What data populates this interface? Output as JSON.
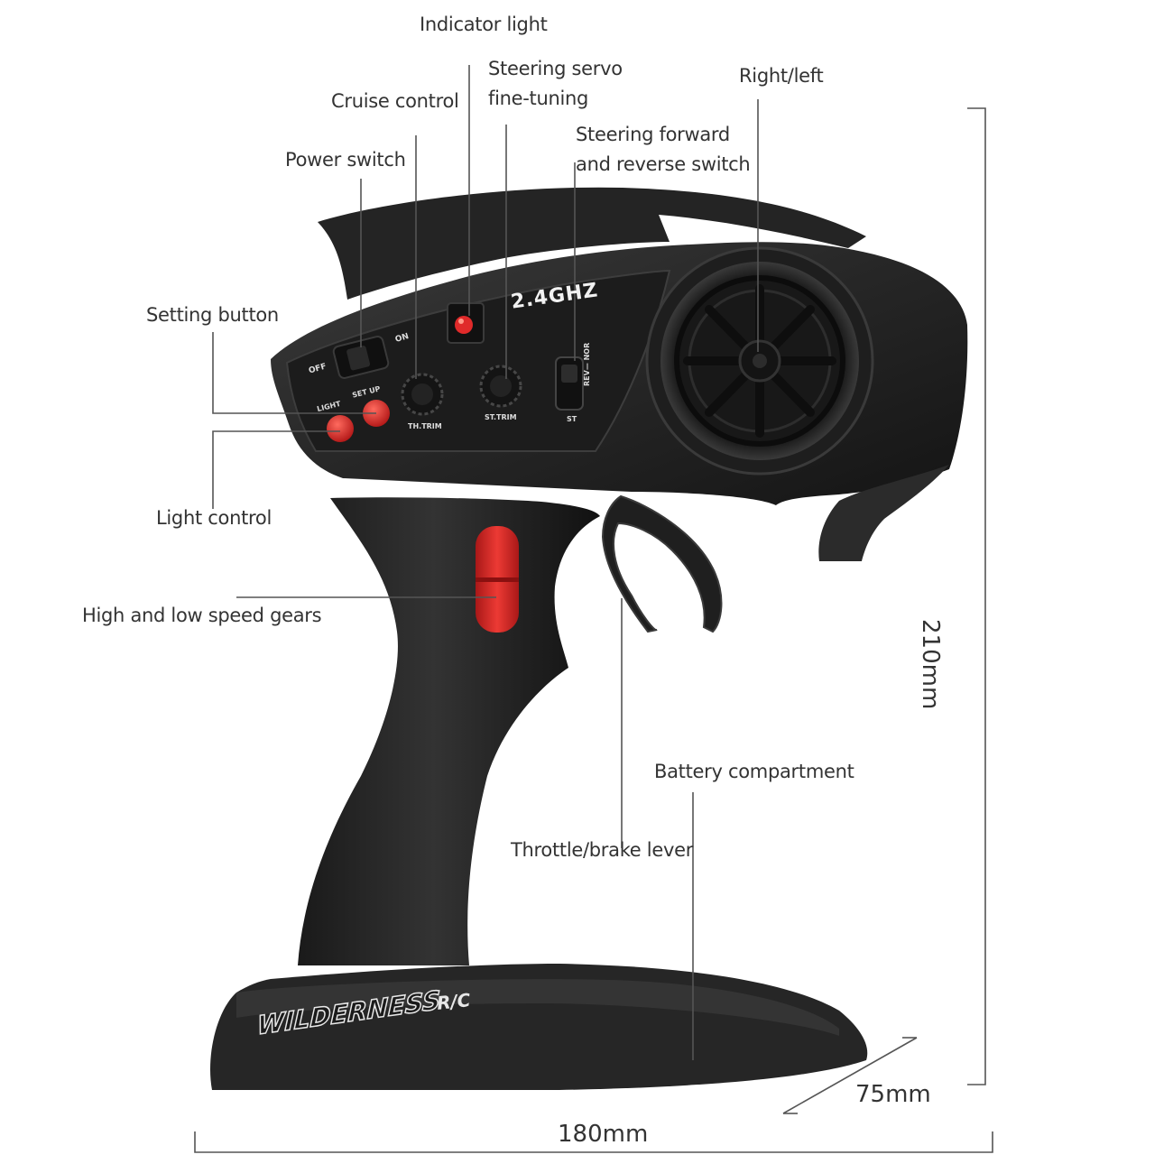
{
  "labels": {
    "indicator_light": "Indicator light",
    "steering_servo_line1": "Steering servo",
    "steering_servo_line2": "fine-tuning",
    "right_left": "Right/left",
    "cruise_control": "Cruise control",
    "steering_forward_line1": "Steering forward",
    "steering_forward_line2": "and reverse switch",
    "power_switch": "Power switch",
    "setting_button": "Setting button",
    "light_control": "Light control",
    "high_low_speed": "High and low speed gears",
    "battery_compartment": "Battery compartment",
    "throttle_brake": "Throttle/brake lever"
  },
  "dimensions": {
    "height": "210mm",
    "depth": "75mm",
    "width": "180mm"
  },
  "device": {
    "frequency": "2.4GHZ",
    "off": "OFF",
    "on": "ON",
    "light": "LIGHT",
    "setup": "SET UP",
    "th_trim": "TH.TRIM",
    "st_trim": "ST.TRIM",
    "st": "ST",
    "rev_nor": "REV— NOR",
    "brand": "WILDERNESS",
    "brand_suffix": "R/C"
  },
  "colors": {
    "body": "#2a2a2a",
    "body_dark": "#151515",
    "accent_red": "#d8282a",
    "leader_line": "#555555",
    "text": "#333333"
  },
  "icons": [
    "steering-wheel-icon",
    "indicator-led-icon",
    "red-button-icon",
    "trim-knob-icon",
    "toggle-switch-icon"
  ]
}
